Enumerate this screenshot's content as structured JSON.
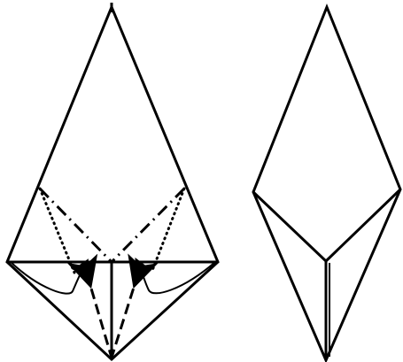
{
  "diagram": {
    "colors": {
      "background": "#ffffff",
      "line": "#000000"
    },
    "figures": [
      {
        "id": "left-step",
        "description_visible": false,
        "parts": [
          "outer-kite-outline",
          "horizontal-fold-line",
          "center-vertical-fold-line",
          "dotted-valley-folds",
          "dash-dot-mountain-folds",
          "dashed-fold-lines",
          "curved-fold-arrows"
        ]
      },
      {
        "id": "right-step",
        "description_visible": false,
        "parts": [
          "outer-diamond-outline",
          "inner-crease-lines"
        ]
      }
    ]
  }
}
